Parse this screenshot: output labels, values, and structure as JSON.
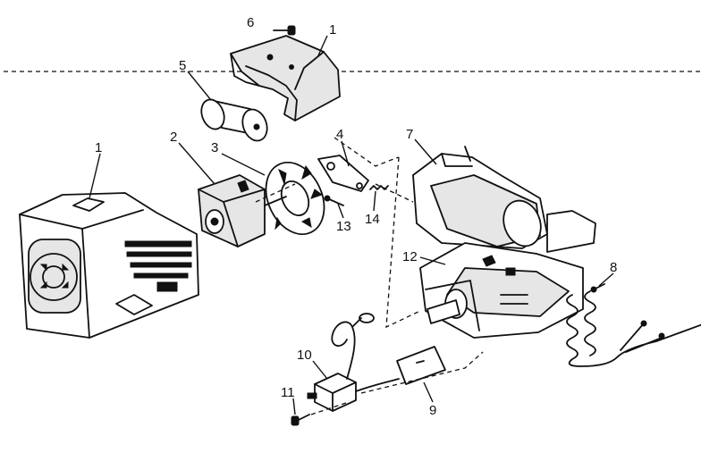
{
  "callouts": [
    {
      "id": "c1a",
      "label": "1"
    },
    {
      "id": "c1b",
      "label": "1"
    },
    {
      "id": "c2",
      "label": "2"
    },
    {
      "id": "c3",
      "label": "3"
    },
    {
      "id": "c4",
      "label": "4"
    },
    {
      "id": "c5",
      "label": "5"
    },
    {
      "id": "c6",
      "label": "6"
    },
    {
      "id": "c7",
      "label": "7"
    },
    {
      "id": "c8",
      "label": "8"
    },
    {
      "id": "c9",
      "label": "9"
    },
    {
      "id": "c10",
      "label": "10"
    },
    {
      "id": "c11",
      "label": "11"
    },
    {
      "id": "c12",
      "label": "12"
    },
    {
      "id": "c13",
      "label": "13"
    },
    {
      "id": "c14",
      "label": "14"
    }
  ],
  "colors": {
    "ink": "#111111",
    "background": "#ffffff"
  }
}
